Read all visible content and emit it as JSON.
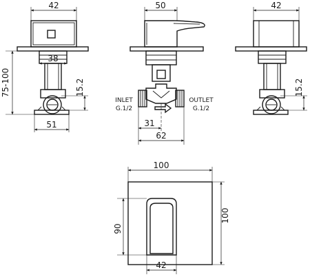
{
  "dimensions": {
    "left_view": {
      "top_width": "42",
      "flange_width": "38",
      "height_range": "75-100",
      "offset": "15.2",
      "base_width": "51"
    },
    "middle_view": {
      "top_width": "50",
      "inlet_label": "INLET",
      "inlet_size": "G.1/2",
      "outlet_label": "OUTLET",
      "outlet_size": "G.1/2",
      "half_width": "31",
      "body_width": "62"
    },
    "right_view": {
      "top_width": "42",
      "offset": "15.2"
    },
    "front_view": {
      "plate_width": "100",
      "plate_height": "100",
      "handle_height": "90",
      "handle_width": "42"
    }
  }
}
